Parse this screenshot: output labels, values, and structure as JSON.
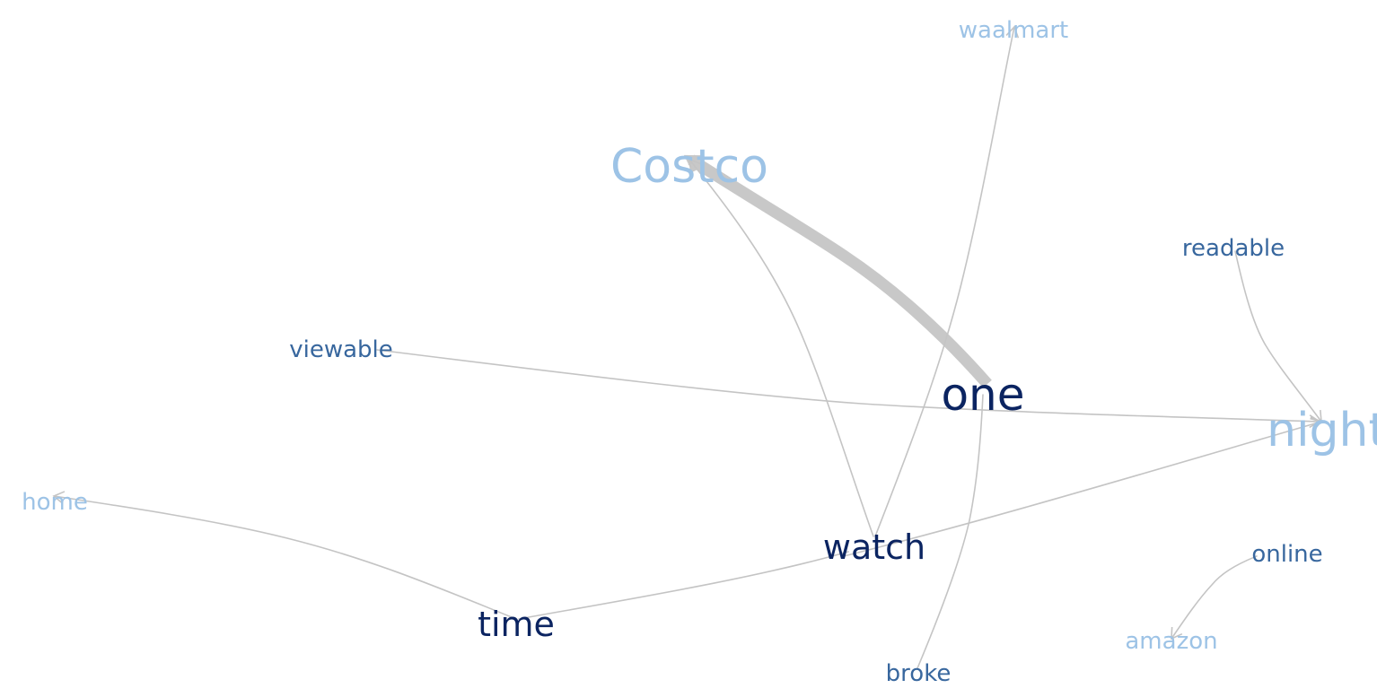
{
  "colors": {
    "edge": "#c4c4c4",
    "edge_heavy": "#c8c8c8",
    "dark": "#0b2461",
    "mid": "#38679e",
    "light": "#9dc3e6",
    "background": "#ffffff"
  },
  "nodes": [
    {
      "id": "costco",
      "label": "Costco",
      "tone": "light"
    },
    {
      "id": "waalmart",
      "label": "waalmart",
      "tone": "light"
    },
    {
      "id": "readable",
      "label": "readable",
      "tone": "mid"
    },
    {
      "id": "viewable",
      "label": "viewable",
      "tone": "mid"
    },
    {
      "id": "one",
      "label": "one",
      "tone": "dark"
    },
    {
      "id": "night",
      "label": "night",
      "tone": "light"
    },
    {
      "id": "home",
      "label": "home",
      "tone": "light"
    },
    {
      "id": "watch",
      "label": "watch",
      "tone": "dark"
    },
    {
      "id": "online",
      "label": "online",
      "tone": "mid"
    },
    {
      "id": "time",
      "label": "time",
      "tone": "dark"
    },
    {
      "id": "amazon",
      "label": "amazon",
      "tone": "light"
    },
    {
      "id": "broke",
      "label": "broke",
      "tone": "mid"
    }
  ],
  "edges": [
    {
      "id": "one-costco",
      "from": "one",
      "to": "costco",
      "weight": "heavy",
      "arrow": true
    },
    {
      "id": "watch-costco",
      "from": "watch",
      "to": "costco",
      "weight": "normal",
      "arrow": true
    },
    {
      "id": "watch-waalmart",
      "from": "watch",
      "to": "waalmart",
      "weight": "normal",
      "arrow": true
    },
    {
      "id": "viewable-night",
      "from": "viewable",
      "to": "night",
      "weight": "normal",
      "arrow": true
    },
    {
      "id": "readable-night",
      "from": "readable",
      "to": "night",
      "weight": "normal",
      "arrow": true
    },
    {
      "id": "watch-night",
      "from": "watch",
      "to": "night",
      "weight": "normal",
      "arrow": true
    },
    {
      "id": "time-watch",
      "from": "time",
      "to": "watch",
      "weight": "normal",
      "arrow": false
    },
    {
      "id": "time-home",
      "from": "time",
      "to": "home",
      "weight": "normal",
      "arrow": true
    },
    {
      "id": "broke-one",
      "from": "broke",
      "to": "one",
      "weight": "normal",
      "arrow": false
    },
    {
      "id": "online-amazon",
      "from": "online",
      "to": "amazon",
      "weight": "normal",
      "arrow": true
    }
  ]
}
